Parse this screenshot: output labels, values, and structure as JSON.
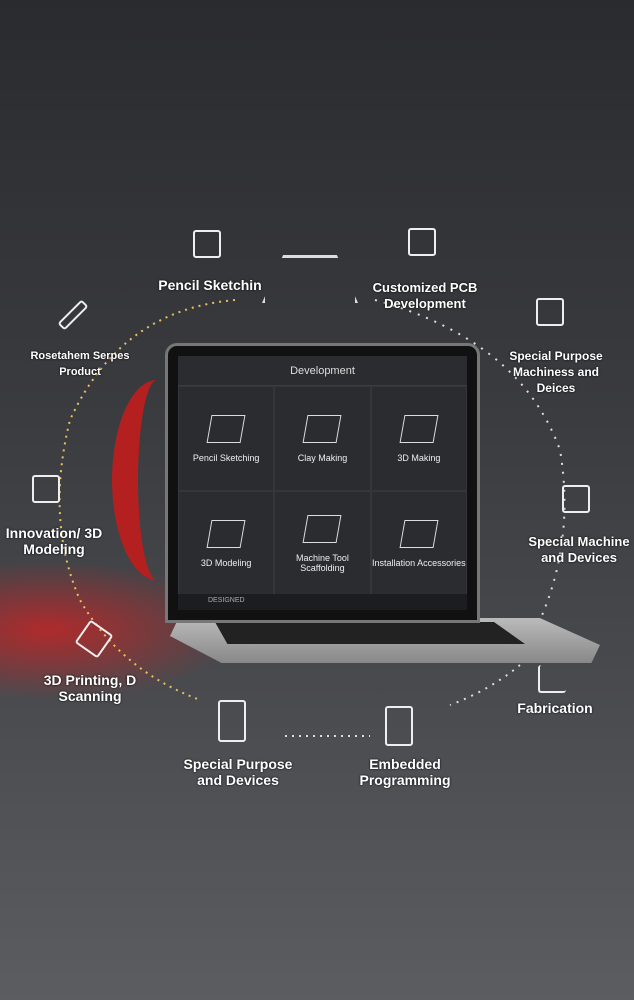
{
  "nodes": [
    {
      "label": "Pencil Sketchin",
      "icon": "pencil-sketch-icon"
    },
    {
      "label": "Customized PCB Development",
      "icon": "pcb-icon"
    },
    {
      "label": "Special Purpose Machiness and Deices",
      "icon": "printer-icon"
    },
    {
      "label": "Rosetahem Serpes Product",
      "icon": "pen-icon"
    },
    {
      "label": "Innovation/ 3D Modeling",
      "icon": "building-icon"
    },
    {
      "label": "Special Machine and Devices",
      "icon": "machine-icon"
    },
    {
      "label": "3D Printing, D Scanning",
      "icon": "3d-printer-icon"
    },
    {
      "label": "Fabrication",
      "icon": "fabrication-icon"
    },
    {
      "label": "Special Purpose and Devices",
      "icon": "device-icon"
    },
    {
      "label": "Embedded Programming",
      "icon": "chip-icon"
    }
  ],
  "screen": {
    "title": "Development",
    "cells": [
      "Pencil Sketching",
      "Clay Making",
      "3D Making",
      "3D Modeling",
      "Machine Tool Scaffolding",
      "Installation Accessories"
    ],
    "footer": "DESIGNED"
  },
  "colors": {
    "accent": "#c0201f"
  }
}
